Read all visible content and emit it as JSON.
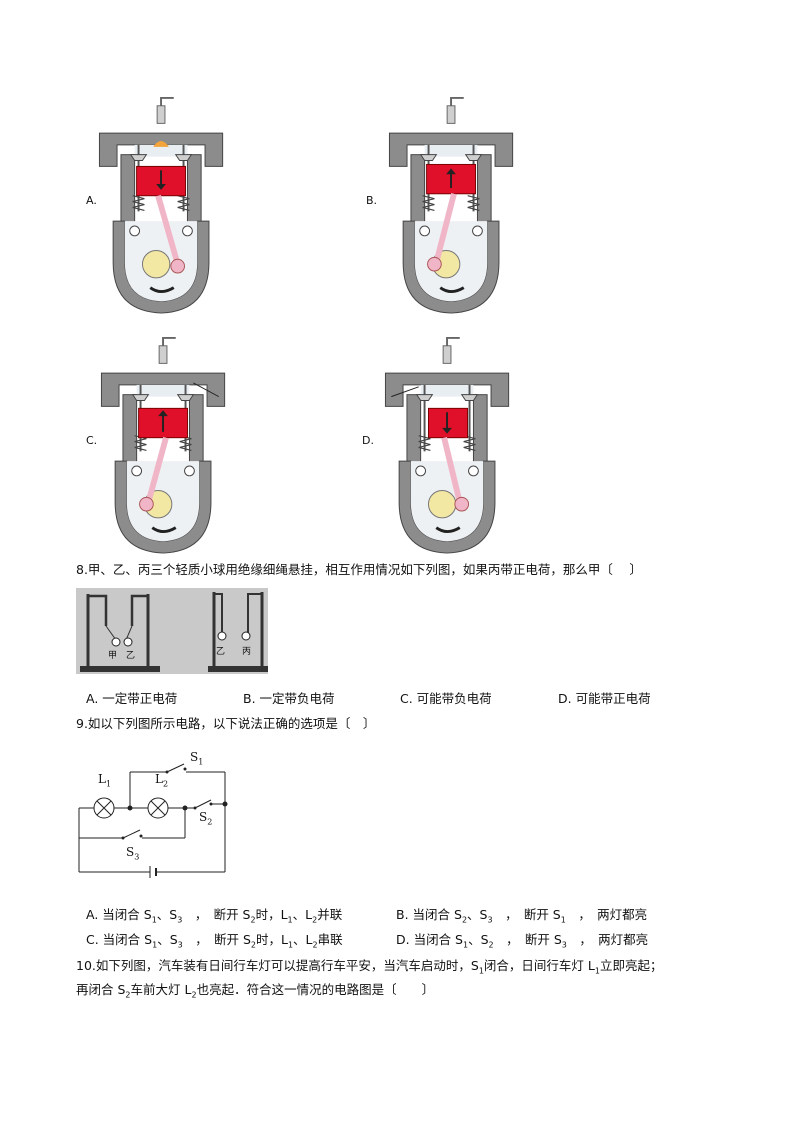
{
  "q7": {
    "option_labels": [
      "A.",
      "B.",
      "C.",
      "D."
    ]
  },
  "q8": {
    "stem": "8.甲、乙、丙三个轻质小球用绝缘细绳悬挂，相互作用情况如下列图，如果丙带正电荷，那么甲〔　 〕",
    "photo_labels": [
      "甲",
      "乙",
      "乙",
      "丙"
    ],
    "options": [
      "A. 一定带正电荷",
      "B. 一定带负电荷",
      "C. 可能带负电荷",
      "D. 可能带正电荷"
    ]
  },
  "q9": {
    "stem": "9.如以下列图所示电路，以下说法正确的选项是〔　〕",
    "circuit_labels": {
      "L1": "L",
      "L1_sub": "1",
      "L2": "L",
      "L2_sub": "2",
      "S1": "S",
      "S1_sub": "1",
      "S2": "S",
      "S2_sub": "2",
      "S3": "S",
      "S3_sub": "3"
    },
    "options": {
      "A": [
        "A. 当闭合 S",
        "1",
        "、S",
        "3",
        "　，　断开 S",
        "2",
        "时，L",
        "1",
        "、L",
        "2",
        "并联"
      ],
      "B": [
        "B. 当闭合 S",
        "2",
        "、S",
        "3",
        "　，　断开 S",
        "1",
        "　，　两灯都亮"
      ],
      "C": [
        "C. 当闭合 S",
        "1",
        "、S",
        "3",
        "　，　断开 S",
        "2",
        "时，L",
        "1",
        "、L",
        "2",
        "串联"
      ],
      "D": [
        "D. 当闭合 S",
        "1",
        "、S",
        "2",
        "　，　断开 S",
        "3",
        "　，　两灯都亮"
      ]
    }
  },
  "q10": {
    "line1": [
      "10.如下列图，汽车装有日间行车灯可以提高行车平安，当汽车启动时，S",
      "1",
      "闭合，日间行车灯 L",
      "1",
      "立即亮起；"
    ],
    "line2": [
      "再闭合 S",
      "2",
      "车前大灯 L",
      "2",
      "也亮起．符合这一情况的电路图是〔　　〕"
    ]
  },
  "colors": {
    "body_gray": "#8c8c8c",
    "piston_red": "#e0102a",
    "rod_pink": "#f0b6c8",
    "crank_yellow": "#f3e7a4"
  }
}
